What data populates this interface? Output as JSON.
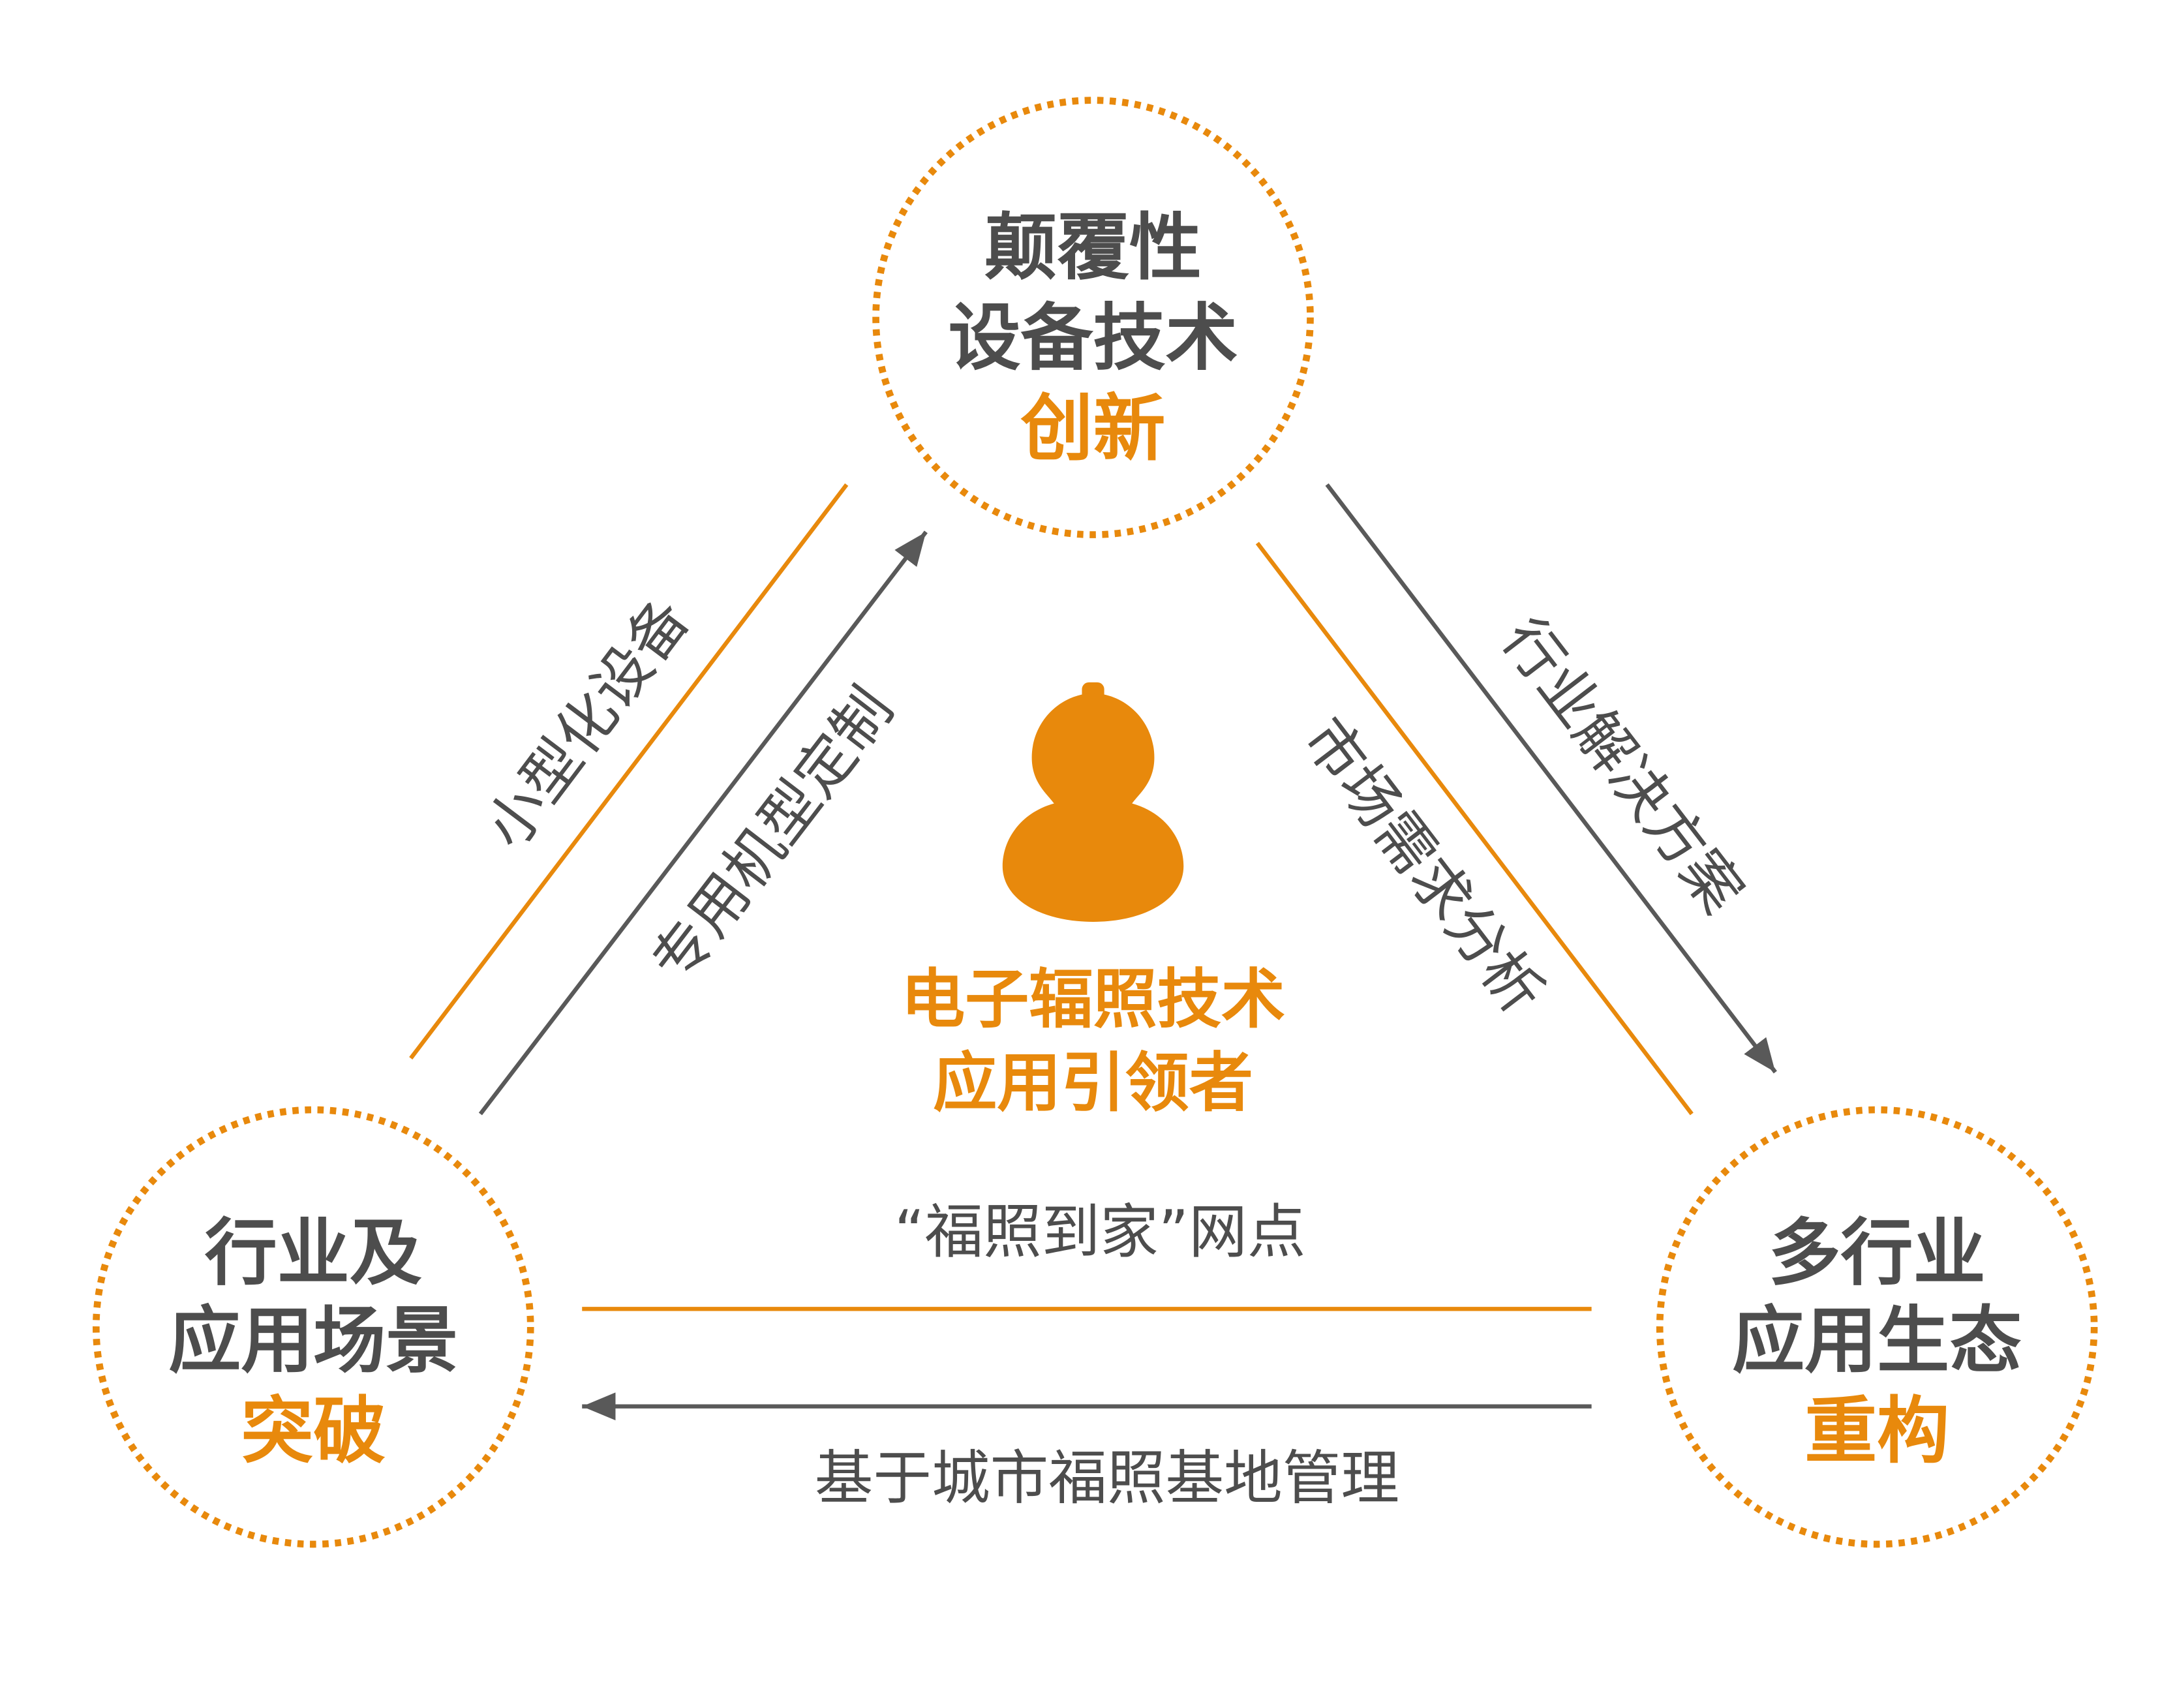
{
  "nodes": [
    {
      "lines": [
        "颠覆性",
        "设备技术"
      ],
      "highlight": "创新"
    },
    {
      "lines": [
        "行业及",
        "应用场景"
      ],
      "highlight": "突破"
    },
    {
      "lines": [
        "多行业",
        "应用生态"
      ],
      "highlight": "重构"
    }
  ],
  "center": {
    "icon": "gourd-icon",
    "lines": [
      "电子辐照技术",
      "应用引领者"
    ]
  },
  "edges": {
    "left_orange": "小型化设备",
    "left_arrow": "专用机型定制",
    "right_arrow": "行业解决方案",
    "right_orange": "市场需求分析",
    "bottom_orange": "“福照到家”网点",
    "bottom_arrow": "基于城市福照基地管理"
  },
  "colors": {
    "accent": "#E8890C",
    "text": "#4D4D4D",
    "line": "#595959"
  }
}
